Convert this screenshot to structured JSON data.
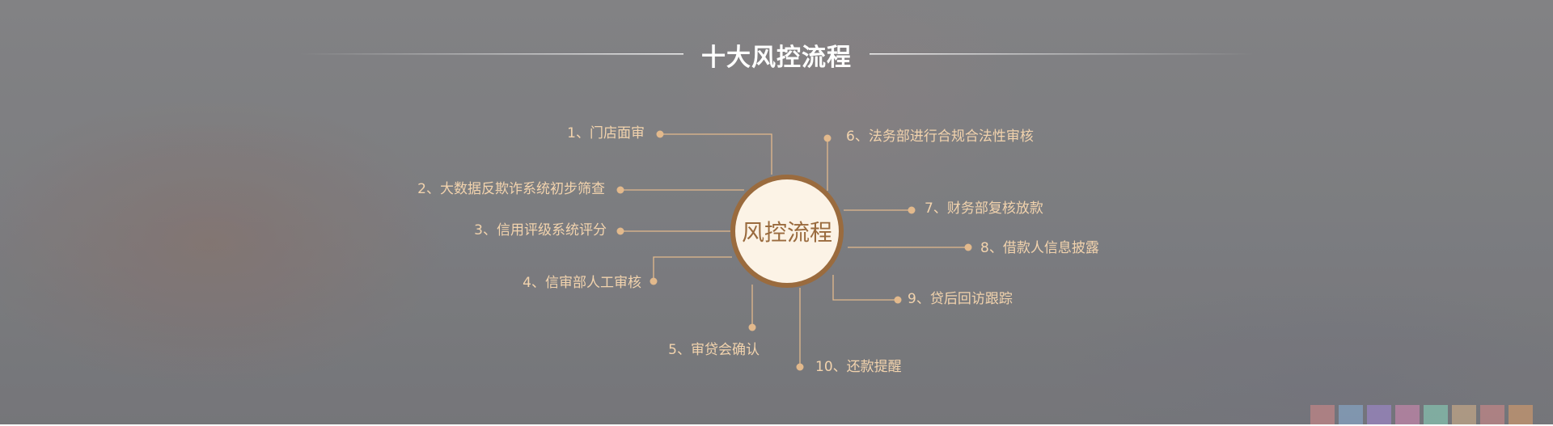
{
  "title": "十大风控流程",
  "center_label": "风控流程",
  "steps": [
    "1、门店面审",
    "2、大数据反欺诈系统初步筛查",
    "3、信用评级系统评分",
    "4、信审部人工审核",
    "5、审贷会确认",
    "6、法务部进行合规合法性审核",
    "7、财务部复核放款",
    "8、借款人信息披露",
    "9、贷后回访跟踪",
    "10、还款提醒"
  ],
  "colors": {
    "accent": "#9a6b3e",
    "label": "#f2d3ad",
    "connector": "#e2b98c",
    "circle_fill": "#fcf3e6"
  }
}
